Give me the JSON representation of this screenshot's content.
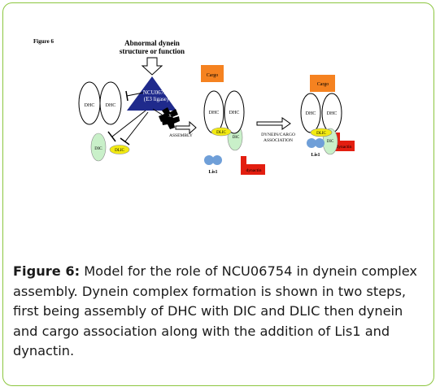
{
  "figure": {
    "label": "Figure 6",
    "input_line1": "Abnormal dynein",
    "input_line2": "structure or function",
    "ligase_line1": "NCU06754",
    "ligase_line2": "(E3 ligase)",
    "dhc": "DHC",
    "dic": "DIC",
    "dlic": "DLIC",
    "cargo": "Cargo",
    "lis1": "Lis1",
    "dynactin": "dynactin",
    "step1_label": "ASSEMBLY",
    "step2_line1": "DYNEIN/CARGO",
    "step2_line2": "ASSOCIATION",
    "colors": {
      "ligase": "#1f2a8c",
      "cargo": "#f58220",
      "dic": "#c9f0c9",
      "dlic": "#f2ea12",
      "lis1": "#6f9fd8",
      "dynactin": "#e31e10",
      "border": "#8cc63f"
    },
    "icons": [
      "inhibition-arrow-icon",
      "degradation-x-icon",
      "step-arrow-icon"
    ]
  },
  "caption": {
    "label": "Figure 6:",
    "text": " Model for the role of NCU06754 in dynein complex assembly. Dynein complex formation is shown in two steps, first being assembly of DHC with DIC and DLIC then dynein and cargo association along with the addition of Lis1 and dynactin."
  }
}
